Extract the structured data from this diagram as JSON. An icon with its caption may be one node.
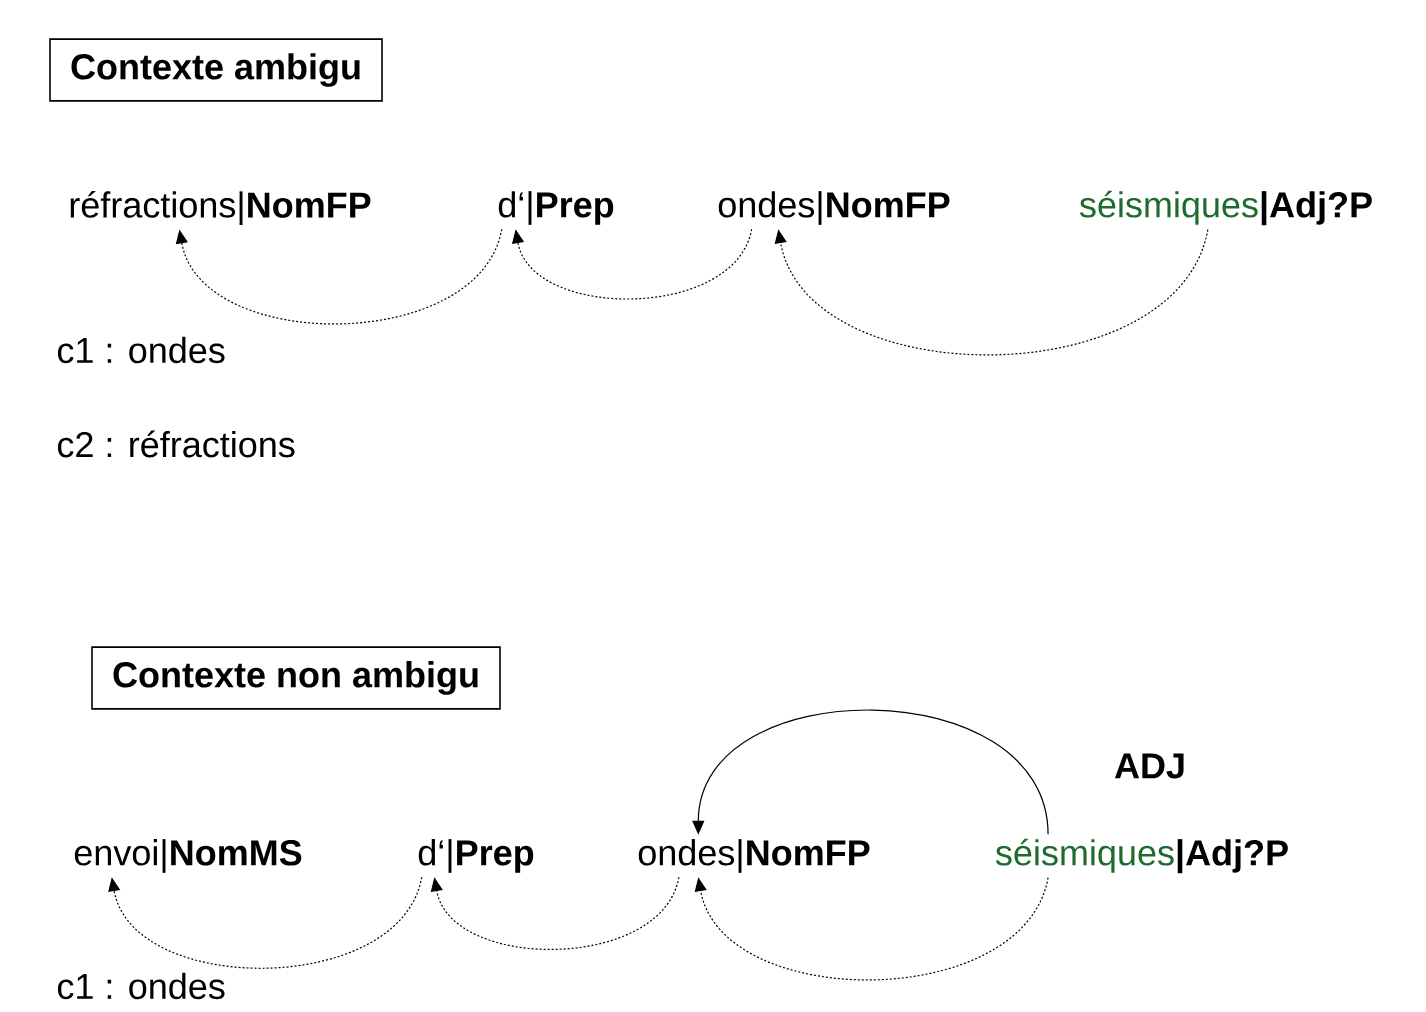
{
  "diagram": {
    "nodes": [
      {
        "text": [
          "Contexte ambigu"
        ]
      },
      {
        "text": [
          "réfractions|**NomFP**"
        ]
      },
      {
        "text": [
          "d‘|**Prep**"
        ]
      },
      {
        "text": [
          "ondes|**NomFP**"
        ]
      },
      {
        "text": [
          "séismiques",
          "|Adj?P"
        ]
      },
      {
        "text": [
          "Contexte non ambigu"
        ]
      },
      {
        "text": [
          "envoi|**NomMS**"
        ]
      },
      {
        "text": [
          "d‘|**Prep**"
        ]
      },
      {
        "text": [
          "ondes|**NomFP**"
        ]
      },
      {
        "text": [
          "séismiques",
          "|Adj?P"
        ]
      }
    ],
    "edges": [
      {
        "from": 2,
        "to": 1,
        "arrow": "to",
        "style": "dashed"
      },
      {
        "from": 3,
        "to": 2,
        "arrow": "to",
        "style": "dashed"
      },
      {
        "from": 4,
        "to": 3,
        "arrow": "to",
        "style": "dashed"
      },
      {
        "from": 7,
        "to": 6,
        "arrow": "to",
        "style": "dashed"
      },
      {
        "from": 8,
        "to": 7,
        "arrow": "to",
        "style": "dashed"
      },
      {
        "from": 9,
        "to": 8,
        "arrow": "to",
        "style": "dashed"
      },
      {
        "from": 9,
        "to": 8,
        "arrow": "to",
        "label": "ADJ"
      }
    ],
    "labels": [
      "c1 : ondes",
      "c2 : réfractions",
      "c1 : ondes"
    ]
  }
}
